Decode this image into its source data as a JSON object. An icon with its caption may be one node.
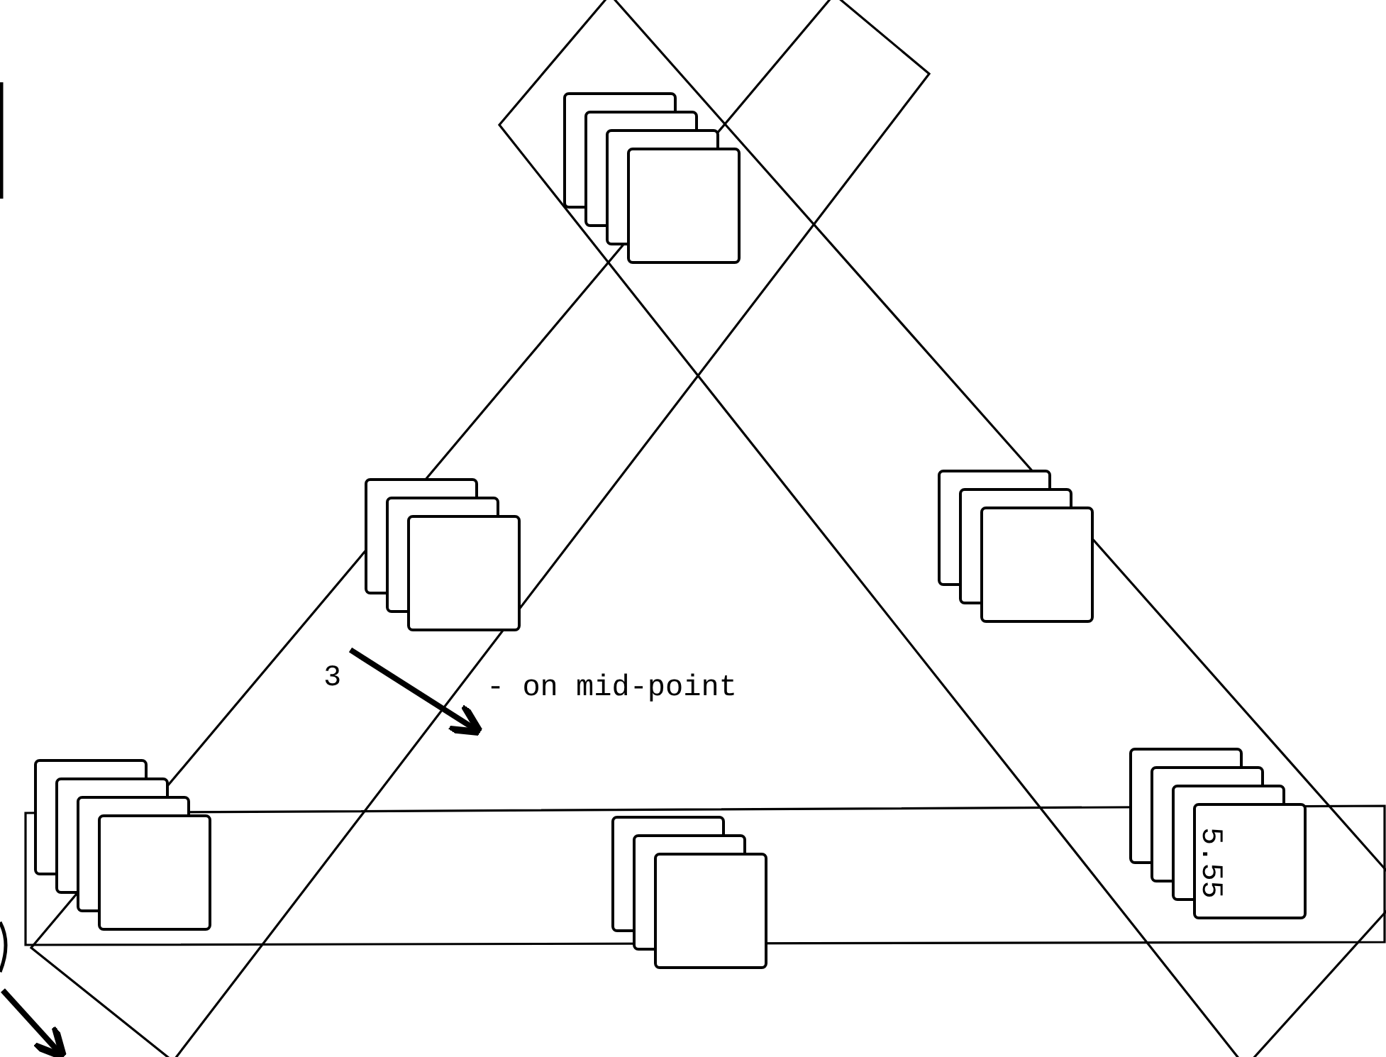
{
  "diagram": {
    "labels": [
      "3",
      "- on mid-point",
      "5.55"
    ]
  }
}
